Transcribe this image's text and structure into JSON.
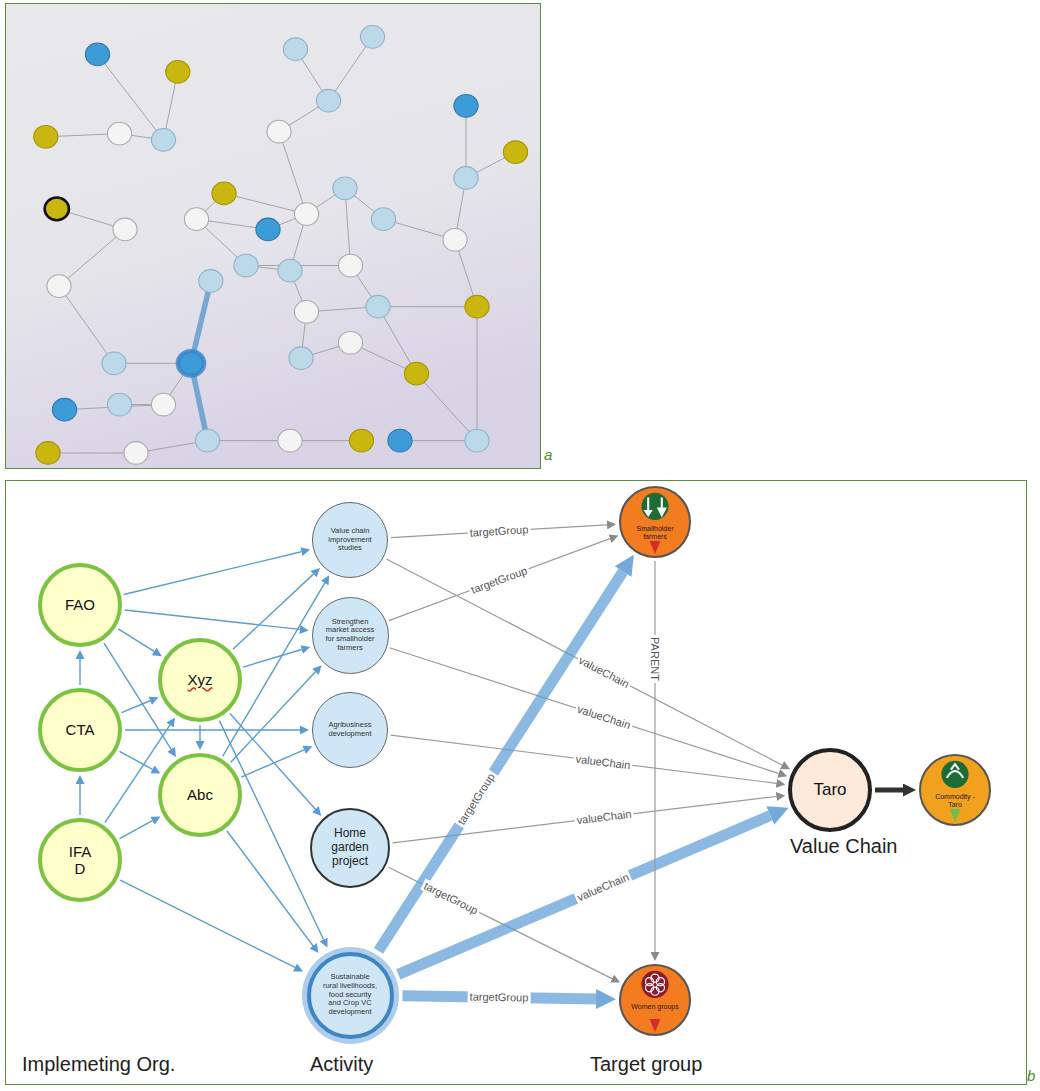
{
  "diagram": {
    "nodes": [
      {
        "text": [
          "FAO"
        ]
      },
      {
        "text": [
          "Xyz"
        ]
      },
      {
        "text": [
          "CTA"
        ]
      },
      {
        "text": [
          "Abc"
        ]
      },
      {
        "text": [
          "IFA D"
        ]
      },
      {
        "text": [
          "Value chain improvement studies"
        ]
      },
      {
        "text": [
          "Strengthen market access for smallholder farmers"
        ]
      },
      {
        "text": [
          "Agribusiness development"
        ]
      },
      {
        "text": [
          "Home garden project"
        ]
      },
      {
        "text": [
          "Sustainable rural livelihoods, food security and Crop VC development"
        ]
      },
      {
        "text": [
          "Smallholder farmers"
        ]
      },
      {
        "text": [
          "Women groups"
        ]
      },
      {
        "text": [
          "Taro"
        ]
      },
      {
        "text": [
          "Commodity - Taro"
        ]
      }
    ],
    "edges": [
      {
        "from": 2,
        "to": 0,
        "arrow": "to"
      },
      {
        "from": 4,
        "to": 2,
        "arrow": "to"
      },
      {
        "from": 0,
        "to": 1,
        "arrow": "to"
      },
      {
        "from": 0,
        "to": 3,
        "arrow": "to"
      },
      {
        "from": 0,
        "to": 5,
        "arrow": "to"
      },
      {
        "from": 0,
        "to": 6,
        "arrow": "to"
      },
      {
        "from": 2,
        "to": 1,
        "arrow": "to"
      },
      {
        "from": 2,
        "to": 3,
        "arrow": "to"
      },
      {
        "from": 2,
        "to": 7,
        "arrow": "to"
      },
      {
        "from": 4,
        "to": 1,
        "arrow": "to"
      },
      {
        "from": 4,
        "to": 3,
        "arrow": "to"
      },
      {
        "from": 4,
        "to": 9,
        "arrow": "to"
      },
      {
        "from": 1,
        "to": 3,
        "arrow": "to"
      },
      {
        "from": 1,
        "to": 5,
        "arrow": "to"
      },
      {
        "from": 1,
        "to": 6,
        "arrow": "to"
      },
      {
        "from": 1,
        "to": 8,
        "arrow": "to"
      },
      {
        "from": 1,
        "to": 9,
        "arrow": "to"
      },
      {
        "from": 3,
        "to": 5,
        "arrow": "to"
      },
      {
        "from": 3,
        "to": 6,
        "arrow": "to"
      },
      {
        "from": 3,
        "to": 7,
        "arrow": "to"
      },
      {
        "from": 3,
        "to": 9,
        "arrow": "to"
      },
      {
        "from": 5,
        "to": 10,
        "label": "targetGroup",
        "arrow": "to"
      },
      {
        "from": 6,
        "to": 10,
        "label": "targetGroup",
        "arrow": "to"
      },
      {
        "from": 5,
        "to": 12,
        "label": "valueChain",
        "arrow": "to"
      },
      {
        "from": 6,
        "to": 12,
        "label": "valueChain",
        "arrow": "to"
      },
      {
        "from": 7,
        "to": 12,
        "label": "valueChain",
        "arrow": "to"
      },
      {
        "from": 8,
        "to": 12,
        "label": "valueChain",
        "arrow": "to"
      },
      {
        "from": 8,
        "to": 11,
        "label": "targetGroup",
        "arrow": "to"
      },
      {
        "from": 9,
        "to": 10,
        "label": "targetGroup",
        "arrow": "to"
      },
      {
        "from": 9,
        "to": 12,
        "label": "valueChain",
        "arrow": "to"
      },
      {
        "from": 9,
        "to": 11,
        "label": "targetGroup",
        "arrow": "to"
      },
      {
        "from": 10,
        "to": 11,
        "label": "PARENT",
        "arrow": "to"
      },
      {
        "from": 12,
        "to": 13,
        "arrow": "to"
      }
    ],
    "labels": [
      "a",
      "Implemeting Org.",
      "Activity",
      "Target group",
      "Value Chain",
      "b"
    ]
  }
}
